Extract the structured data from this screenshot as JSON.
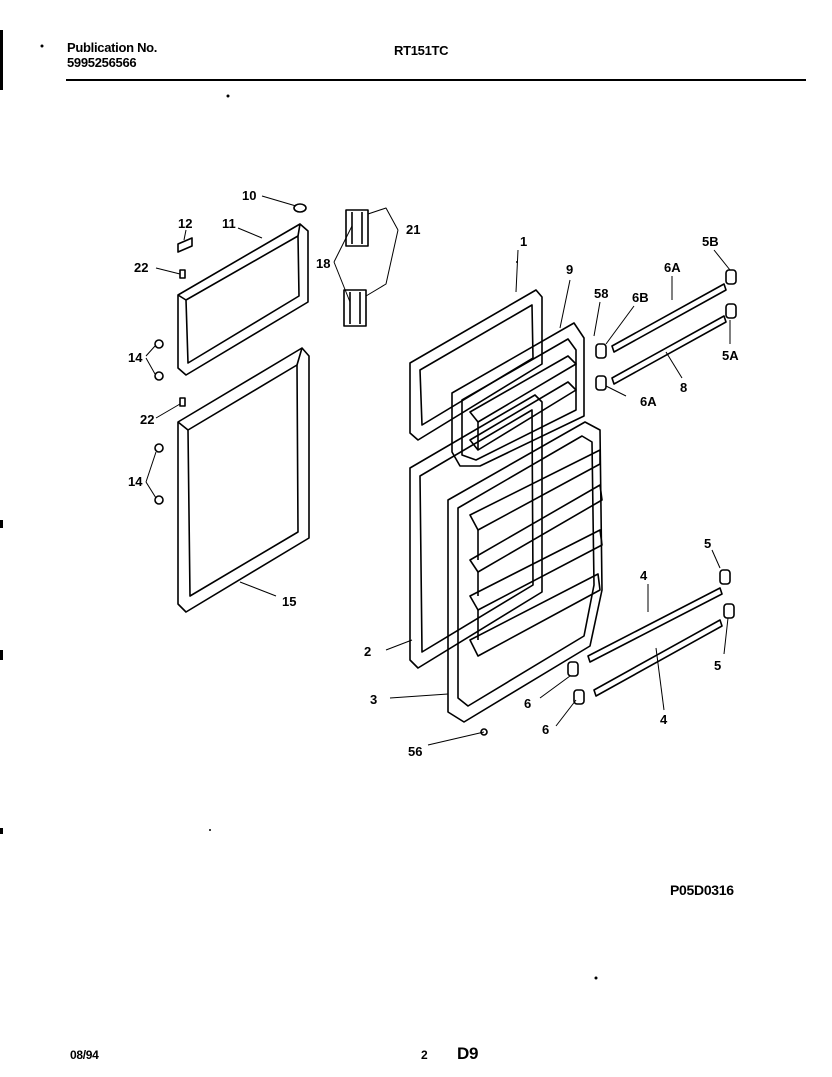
{
  "header": {
    "pub_label": "Publication No.",
    "pub_number": "5995256566",
    "model": "RT151TC"
  },
  "footer": {
    "date": "08/94",
    "page": "2",
    "section": "D9",
    "figure_code": "P05D0316"
  },
  "callouts": {
    "c1": "1",
    "c2": "2",
    "c3": "3",
    "c4a": "4",
    "c4b": "4",
    "c5a": "5",
    "c5b": "5",
    "c5A": "5A",
    "c5B": "5B",
    "c6a": "6",
    "c6b": "6",
    "c6A1": "6A",
    "c6A2": "6A",
    "c6B": "6B",
    "c8": "8",
    "c9": "9",
    "c10": "10",
    "c11": "11",
    "c12": "12",
    "c14a": "14",
    "c14b": "14",
    "c15": "15",
    "c18": "18",
    "c21": "21",
    "c22a": "22",
    "c22b": "22",
    "c56": "56",
    "c58": "58"
  }
}
